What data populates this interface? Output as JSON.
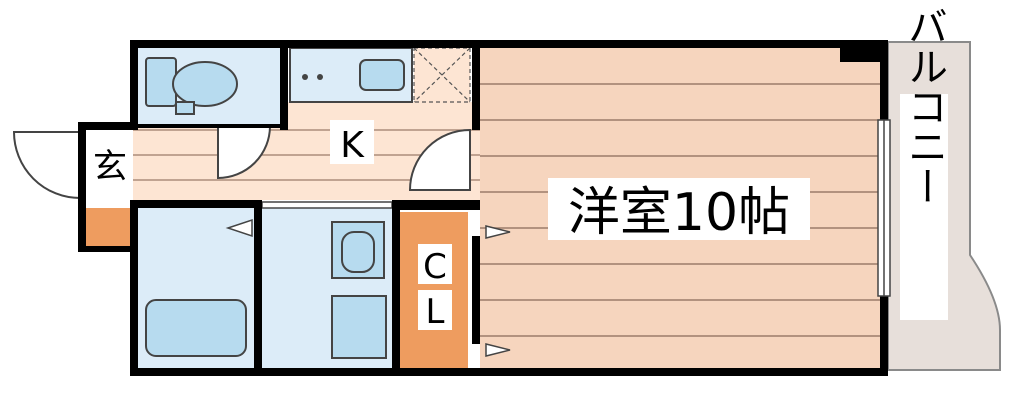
{
  "labels": {
    "genkan": "玄",
    "kitchen": "K",
    "closet_c": "C",
    "closet_l": "L",
    "room": "洋室10帖",
    "balcony": "バルコニー"
  },
  "colors": {
    "wall": "#000000",
    "room_floor": "#f6d5be",
    "room_lines": "#9b7c6a",
    "kitchen_floor": "#fde5d3",
    "wet_area": "#dcecf8",
    "fixture": "#b7dbef",
    "closet": "#ee9c5f",
    "balcony": "#e7dfda"
  }
}
